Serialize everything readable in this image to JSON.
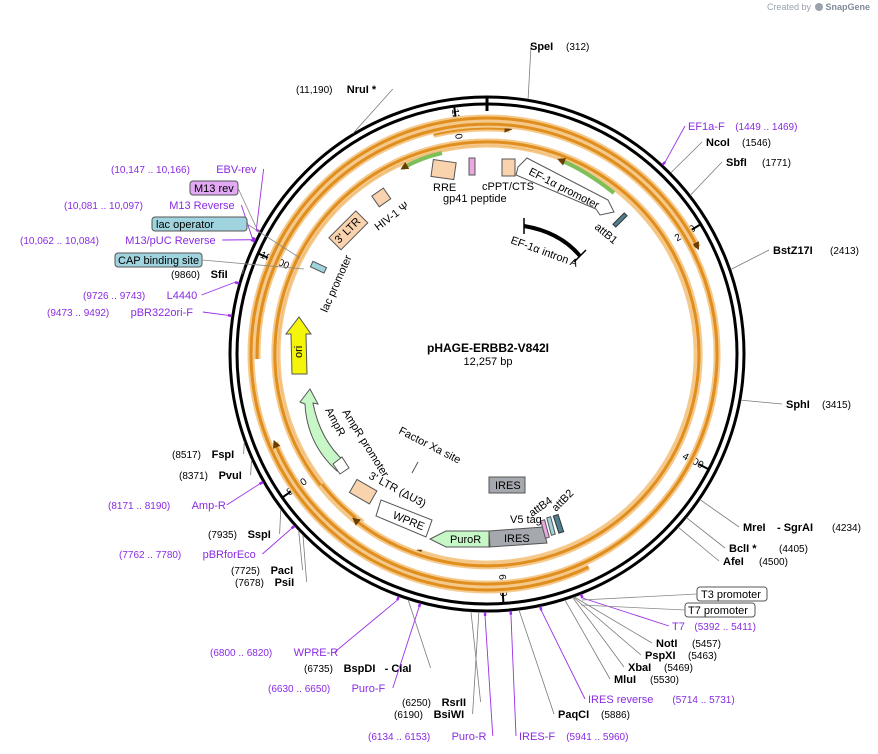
{
  "credit": {
    "prefix": "Created by",
    "brand": "SnapGene"
  },
  "plasmid": {
    "name": "pHAGE-ERBB2-V842I",
    "size_label": "12,257 bp",
    "length": 12257
  },
  "ticks": [
    {
      "label": "2000",
      "bp": 2000
    },
    {
      "label": "4000",
      "bp": 4000
    },
    {
      "label": "6000",
      "bp": 6000
    },
    {
      "label": "8000",
      "bp": 8000
    },
    {
      "label": "10,000",
      "bp": 10000
    },
    {
      "label": "12,000",
      "bp": 12000
    }
  ],
  "sites": [
    {
      "id": "spei",
      "name": "SpeI",
      "pos": "(312)",
      "bp": 312
    },
    {
      "id": "ncoi",
      "name": "NcoI",
      "pos": "(1546)",
      "bp": 1546
    },
    {
      "id": "sbfi",
      "name": "SbfI",
      "pos": "(1771)",
      "bp": 1771
    },
    {
      "id": "bstz17i",
      "name": "BstZ17I",
      "pos": "(2413)",
      "bp": 2413
    },
    {
      "id": "sphi",
      "name": "SphI",
      "pos": "(3415)",
      "bp": 3415
    },
    {
      "id": "mrei",
      "name": "MreI",
      "name2": "- SgrAI",
      "pos": "(4234)",
      "bp": 4234
    },
    {
      "id": "bcli",
      "name": "BclI *",
      "pos": "(4405)",
      "bp": 4405
    },
    {
      "id": "afei",
      "name": "AfeI",
      "pos": "(4500)",
      "bp": 4500
    },
    {
      "id": "noti",
      "name": "NotI",
      "pos": "(5457)",
      "bp": 5457
    },
    {
      "id": "pspxi",
      "name": "PspXI",
      "pos": "(5463)",
      "bp": 5463
    },
    {
      "id": "xbai",
      "name": "XbaI",
      "pos": "(5469)",
      "bp": 5469
    },
    {
      "id": "mlui",
      "name": "MluI",
      "pos": "(5530)",
      "bp": 5530
    },
    {
      "id": "paqci",
      "name": "PaqCI",
      "pos": "(5886)",
      "bp": 5886
    },
    {
      "id": "bsiwi",
      "name": "BsiWI",
      "pos": "(6190)",
      "bp": 6190
    },
    {
      "id": "rsrii",
      "name": "RsrII",
      "pos": "(6250)",
      "bp": 6250
    },
    {
      "id": "bspdi",
      "name": "BspDI",
      "name2": "- ClaI",
      "pos": "(6735)",
      "bp": 6735
    },
    {
      "id": "psii",
      "name": "PsiI",
      "pos": "(7678)",
      "bp": 7678
    },
    {
      "id": "paci",
      "name": "PacI",
      "pos": "(7725)",
      "bp": 7725
    },
    {
      "id": "sspi",
      "name": "SspI",
      "pos": "(7935)",
      "bp": 7935
    },
    {
      "id": "pvui",
      "name": "PvuI",
      "pos": "(8371)",
      "bp": 8371
    },
    {
      "id": "fspi",
      "name": "FspI",
      "pos": "(8517)",
      "bp": 8517
    },
    {
      "id": "sfii",
      "name": "SfiI",
      "pos": "(9860)",
      "bp": 9860
    },
    {
      "id": "nrui",
      "name": "NruI *",
      "pos": "(11,190)",
      "bp": 11190
    }
  ],
  "primers": [
    {
      "id": "ef1a-f",
      "name": "EF1a-F",
      "pos": "(1449 .. 1469)",
      "bp": 1459
    },
    {
      "id": "t7",
      "name": "T7",
      "pos": "(5392 .. 5411)",
      "bp": 5401
    },
    {
      "id": "ires-reverse",
      "name": "IRES reverse",
      "pos": "(5714 .. 5731)",
      "bp": 5722
    },
    {
      "id": "ires-f",
      "name": "IRES-F",
      "pos": "(5941 .. 5960)",
      "bp": 5950
    },
    {
      "id": "puro-r",
      "name": "Puro-R",
      "pos": "(6134 .. 6153)",
      "bp": 6143
    },
    {
      "id": "puro-f",
      "name": "Puro-F",
      "pos": "(6630 .. 6650)",
      "bp": 6640
    },
    {
      "id": "wpre-r",
      "name": "WPRE-R",
      "pos": "(6800 .. 6820)",
      "bp": 6810
    },
    {
      "id": "pbrforeco",
      "name": "pBRforEco",
      "pos": "(7762 .. 7780)",
      "bp": 7771
    },
    {
      "id": "amp-r",
      "name": "Amp-R",
      "pos": "(8171 .. 8190)",
      "bp": 8180
    },
    {
      "id": "pbr322ori-f",
      "name": "pBR322ori-F",
      "pos": "(9473 .. 9492)",
      "bp": 9482
    },
    {
      "id": "l4440",
      "name": "L4440",
      "pos": "(9726 .. 9743)",
      "bp": 9734
    },
    {
      "id": "m13-puc-reverse",
      "name": "M13/pUC Reverse",
      "pos": "(10,062 .. 10,084)",
      "bp": 10073
    },
    {
      "id": "m13-reverse",
      "name": "M13 Reverse",
      "pos": "(10,081 .. 10,097)",
      "bp": 10089
    },
    {
      "id": "ebv-rev",
      "name": "EBV-rev",
      "pos": "(10,147 .. 10,166)",
      "bp": 10156
    }
  ],
  "boxed_labels": [
    {
      "id": "m13-rev",
      "name": "M13 rev",
      "fill": "#e3a9f5"
    },
    {
      "id": "lac-operator",
      "name": "lac operator",
      "fill": "#9fd3dd"
    },
    {
      "id": "cap-binding-site",
      "name": "CAP binding site",
      "fill": "#9fd3dd"
    },
    {
      "id": "t3-promoter",
      "name": "T3 promoter",
      "fill": "#ffffff"
    },
    {
      "id": "t7-promoter",
      "name": "T7 promoter",
      "fill": "#ffffff"
    }
  ],
  "features": {
    "ef1a_promoter": "EF-1α promoter",
    "ef1a_intron": "EF-1α intron A",
    "attb1": "attB1",
    "cppt": "cPPT/CTS",
    "gp41": "gp41 peptide",
    "rre": "RRE",
    "hiv": "HIV-1 Ψ",
    "ltr5": "3' LTR",
    "lac_promoter": "lac promoter",
    "ori": "ori",
    "ampr": "AmpR",
    "ampr_promoter": "AmpR promoter",
    "factor_xa": "Factor Xa site",
    "ltr3": "3' LTR (ΔU3)",
    "wpre": "WPRE",
    "puror": "PuroR",
    "ires_box": "IRES",
    "ires_top": "IRES",
    "v5": "V5 tag",
    "attb4": "attB4",
    "attb2": "attB2"
  },
  "colors": {
    "backbone": "#000000",
    "orange_arc": "#f2a33a",
    "green_arrow": "#9ad27a",
    "ori_yellow": "#f5f50a",
    "ltr_peach": "#f9d2ae",
    "ires_gray": "#a5a9af",
    "primer_purple": "#9b30e6",
    "ampr_green": "#c7f7c6"
  }
}
